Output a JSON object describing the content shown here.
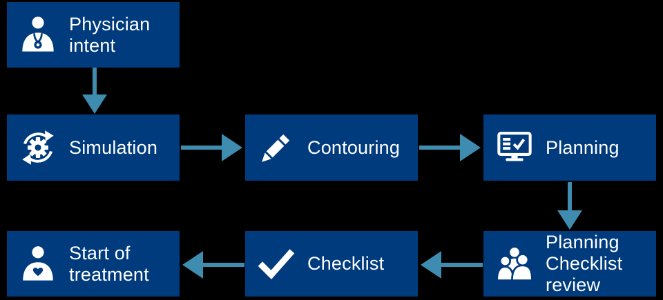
{
  "steps": [
    {
      "id": "physician-intent",
      "label": "Physician intent",
      "icon": "physician-icon"
    },
    {
      "id": "simulation",
      "label": "Simulation",
      "icon": "sync-gear-icon"
    },
    {
      "id": "contouring",
      "label": "Contouring",
      "icon": "pencil-icon"
    },
    {
      "id": "planning",
      "label": "Planning",
      "icon": "monitor-checklist-icon"
    },
    {
      "id": "planning-checklist-review",
      "label": "Planning Checklist review",
      "icon": "people-group-icon"
    },
    {
      "id": "checklist",
      "label": "Checklist",
      "icon": "checkmark-icon"
    },
    {
      "id": "start-of-treatment",
      "label": "Start of treatment",
      "icon": "patient-heart-icon"
    }
  ],
  "flow": [
    {
      "from": "Physician intent",
      "to": "Simulation",
      "direction": "down"
    },
    {
      "from": "Simulation",
      "to": "Contouring",
      "direction": "right"
    },
    {
      "from": "Contouring",
      "to": "Planning",
      "direction": "right"
    },
    {
      "from": "Planning",
      "to": "Planning Checklist review",
      "direction": "down"
    },
    {
      "from": "Planning Checklist review",
      "to": "Checklist",
      "direction": "left"
    },
    {
      "from": "Checklist",
      "to": "Start of treatment",
      "direction": "left"
    }
  ],
  "colors": {
    "background": "#000000",
    "box": "#003B7D",
    "arrow": "#3E8CAF",
    "text": "#FFFFFF",
    "icon": "#FFFFFF"
  }
}
